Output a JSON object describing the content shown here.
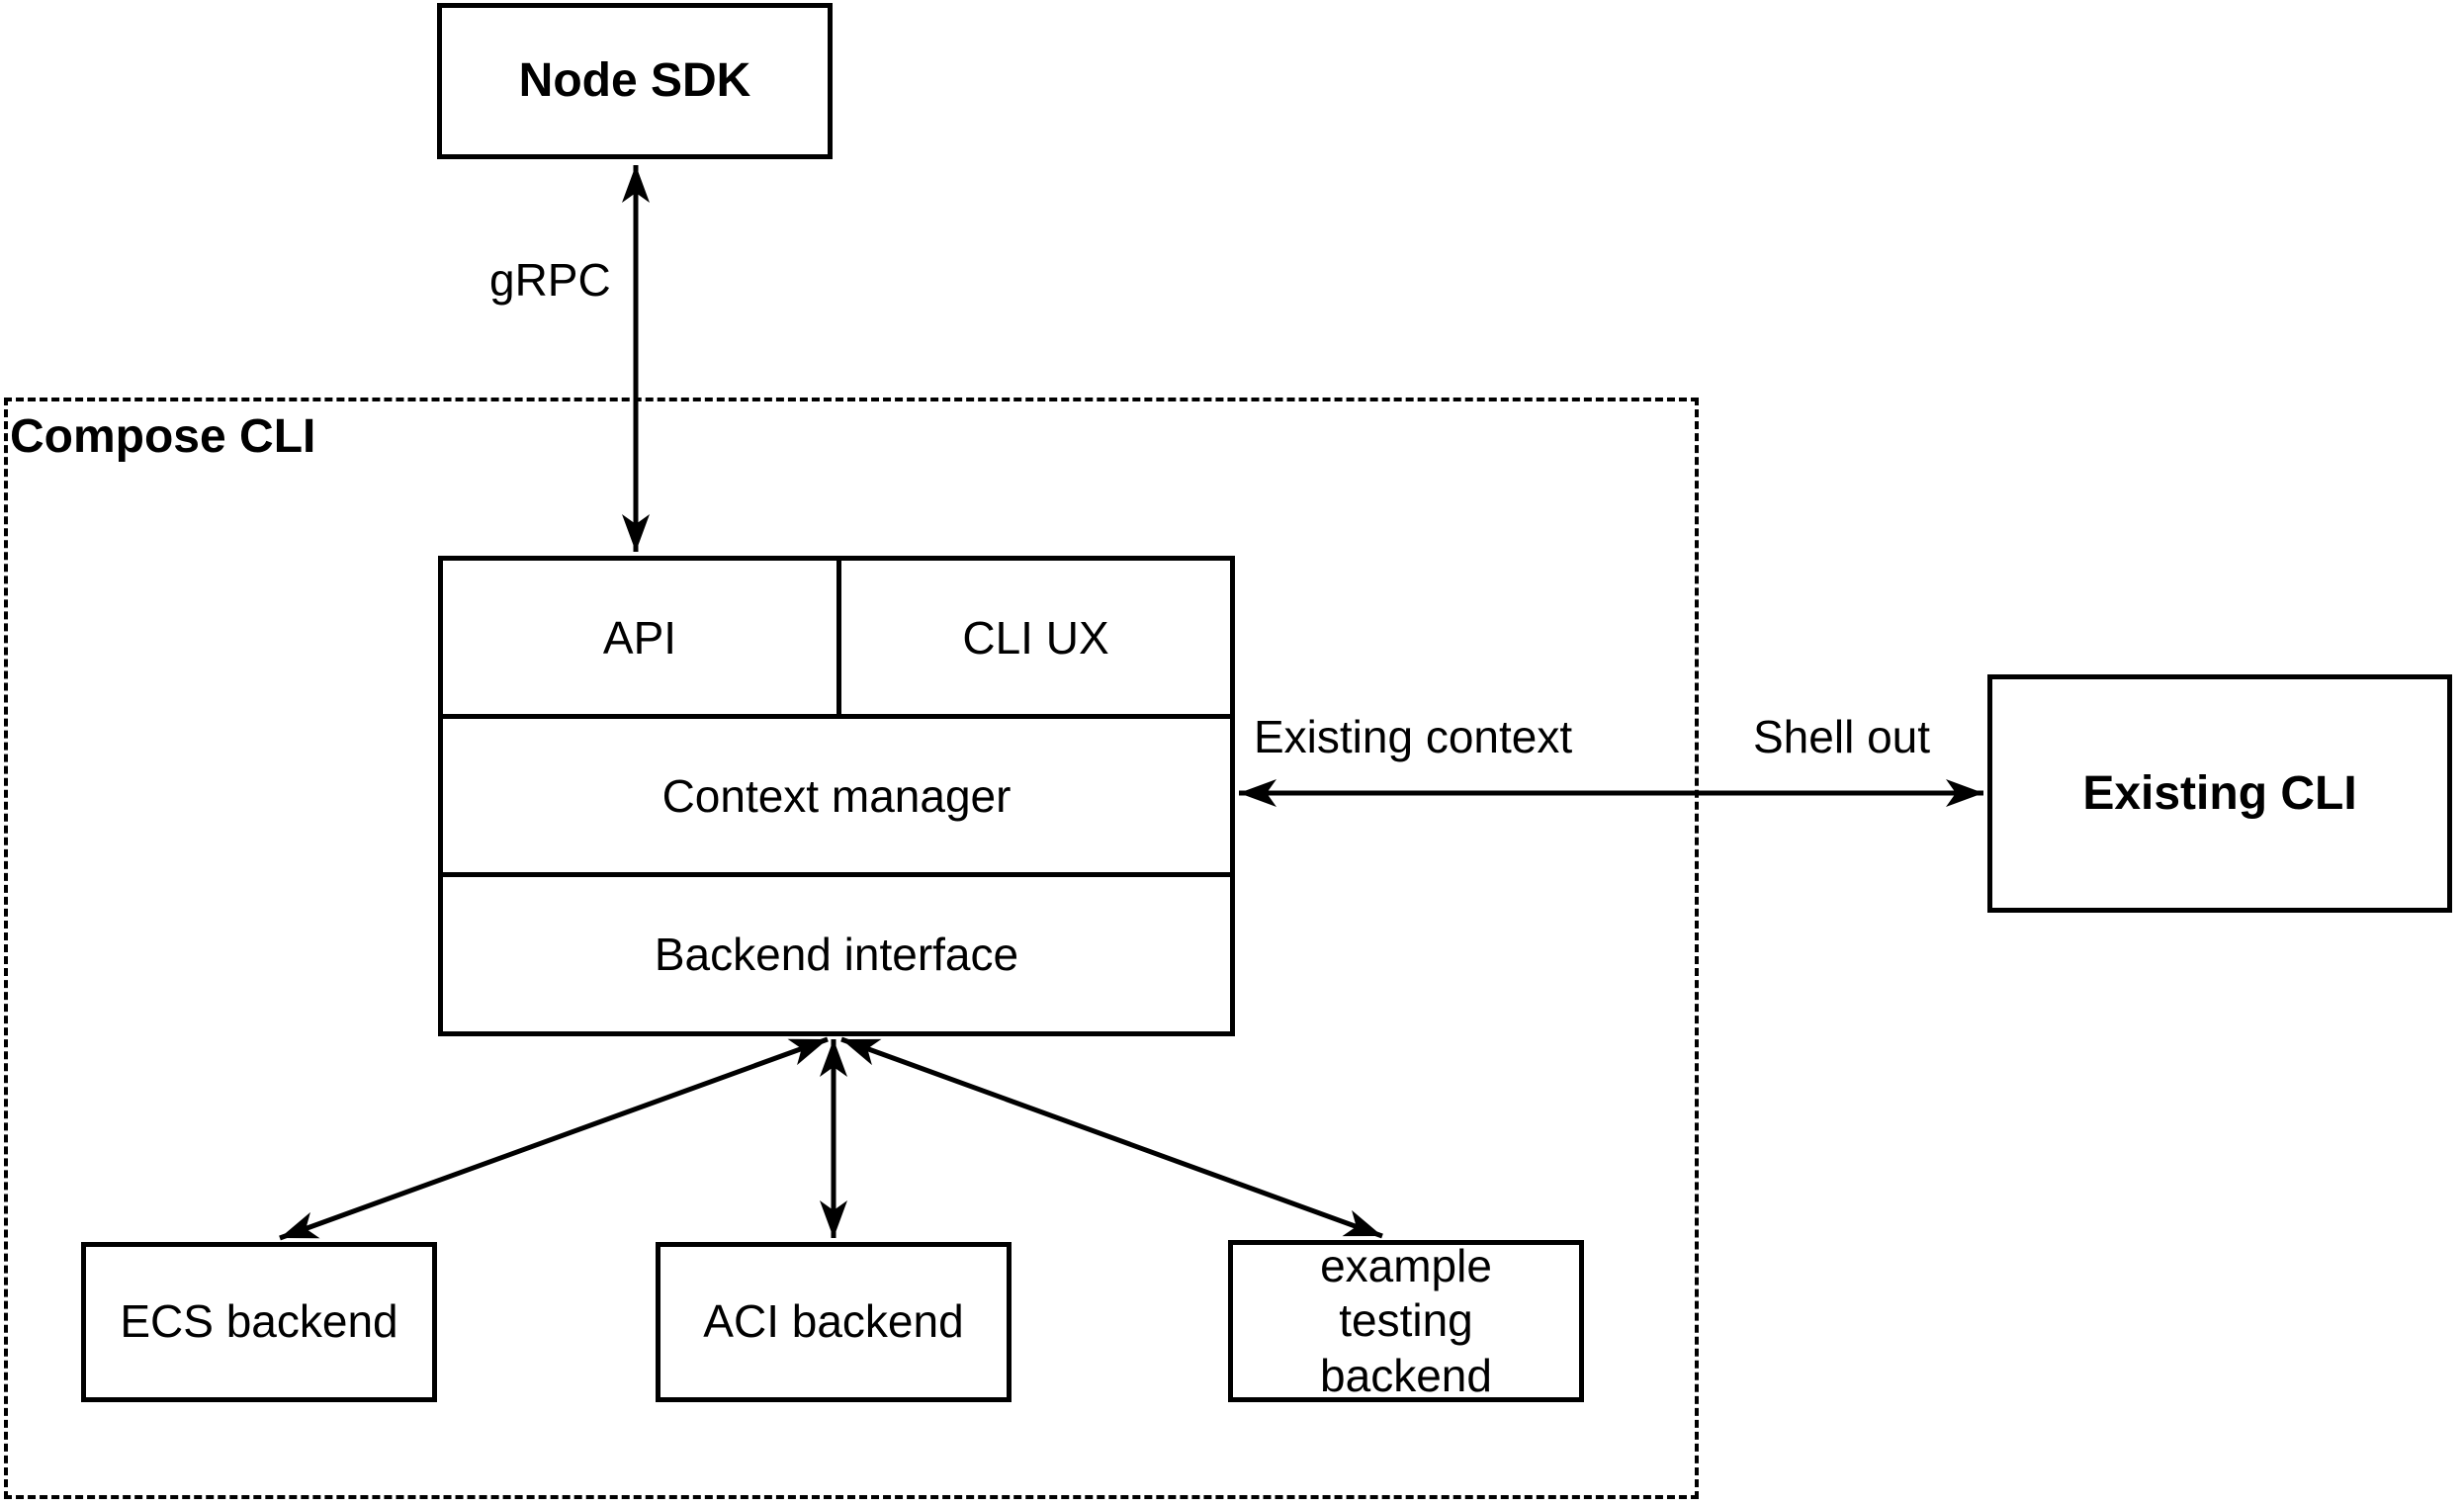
{
  "diagram": {
    "title_region": "Compose CLI architecture diagram",
    "colors": {
      "stroke": "#000000",
      "background": "#ffffff",
      "text": "#000000"
    },
    "nodes": {
      "node_sdk": "Node SDK",
      "compose_cli_group": "Compose CLI",
      "api": "API",
      "cli_ux": "CLI UX",
      "context_manager": "Context manager",
      "backend_interface": "Backend interface",
      "existing_cli": "Existing CLI",
      "ecs_backend": "ECS backend",
      "aci_backend": "ACI backend",
      "example_testing_backend": "example testing backend"
    },
    "edge_labels": {
      "grpc": "gRPC",
      "existing_context": "Existing context",
      "shell_out": "Shell out"
    },
    "edges": [
      {
        "from": "node_sdk",
        "to": "api",
        "label": "gRPC",
        "bidirectional": true
      },
      {
        "from": "context_manager",
        "to": "existing_cli",
        "labels": [
          "Existing context",
          "Shell out"
        ],
        "bidirectional": true
      },
      {
        "from": "backend_interface",
        "to": "ecs_backend",
        "bidirectional": true
      },
      {
        "from": "backend_interface",
        "to": "aci_backend",
        "bidirectional": true
      },
      {
        "from": "backend_interface",
        "to": "example_testing_backend",
        "bidirectional": true
      }
    ]
  }
}
